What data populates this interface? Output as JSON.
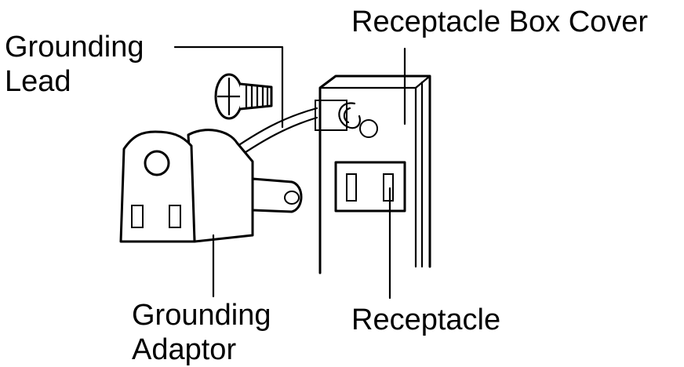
{
  "labels": {
    "grounding_lead_line1": "Grounding",
    "grounding_lead_line2": "Lead",
    "receptacle_box_cover": "Receptacle Box Cover",
    "grounding_adaptor_line1": "Grounding",
    "grounding_adaptor_line2": "Adaptor",
    "receptacle": "Receptacle"
  },
  "colors": {
    "ink": "#000000",
    "paper": "#ffffff"
  }
}
